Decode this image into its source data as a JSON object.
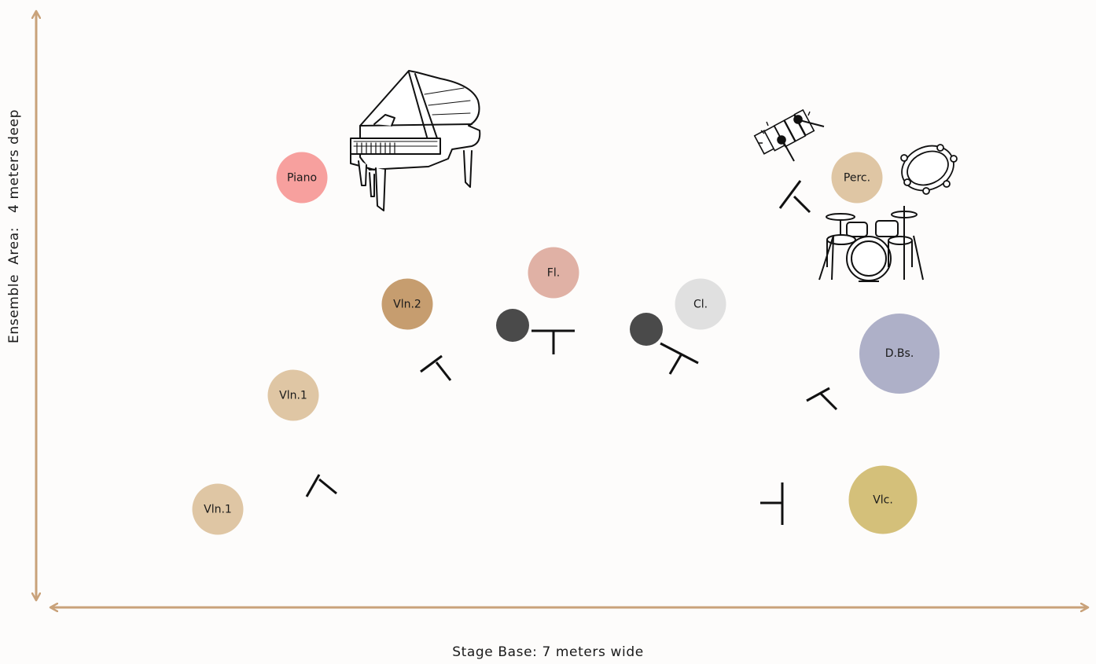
{
  "axes": {
    "x_label": "Stage Base: 7 meters wide",
    "y_label": "Ensemble  Area:   4 meters deep",
    "color": "#c9a27a"
  },
  "players": [
    {
      "id": "piano",
      "label": "Piano",
      "color": "#f7a09e"
    },
    {
      "id": "violin2",
      "label": "Vln.2",
      "color": "#c69d6f"
    },
    {
      "id": "violin1-front",
      "label": "Vln.1",
      "color": "#dfc6a4"
    },
    {
      "id": "violin1-back",
      "label": "Vln.1",
      "color": "#dfc6a4"
    },
    {
      "id": "flute",
      "label": "Fl.",
      "color": "#e0b1a5"
    },
    {
      "id": "clarinet",
      "label": "Cl.",
      "color": "#e0e0e0"
    },
    {
      "id": "percussion",
      "label": "Perc.",
      "color": "#dfc6a4"
    },
    {
      "id": "double-bass",
      "label": "D.Bs.",
      "color": "#aeb0c8"
    },
    {
      "id": "cello",
      "label": "Vlc.",
      "color": "#d4c07a"
    }
  ],
  "conductor_color": "#4a4a4a",
  "icons": [
    "grand-piano-icon",
    "xylophone-icon",
    "tambourine-icon",
    "drum-kit-icon"
  ]
}
